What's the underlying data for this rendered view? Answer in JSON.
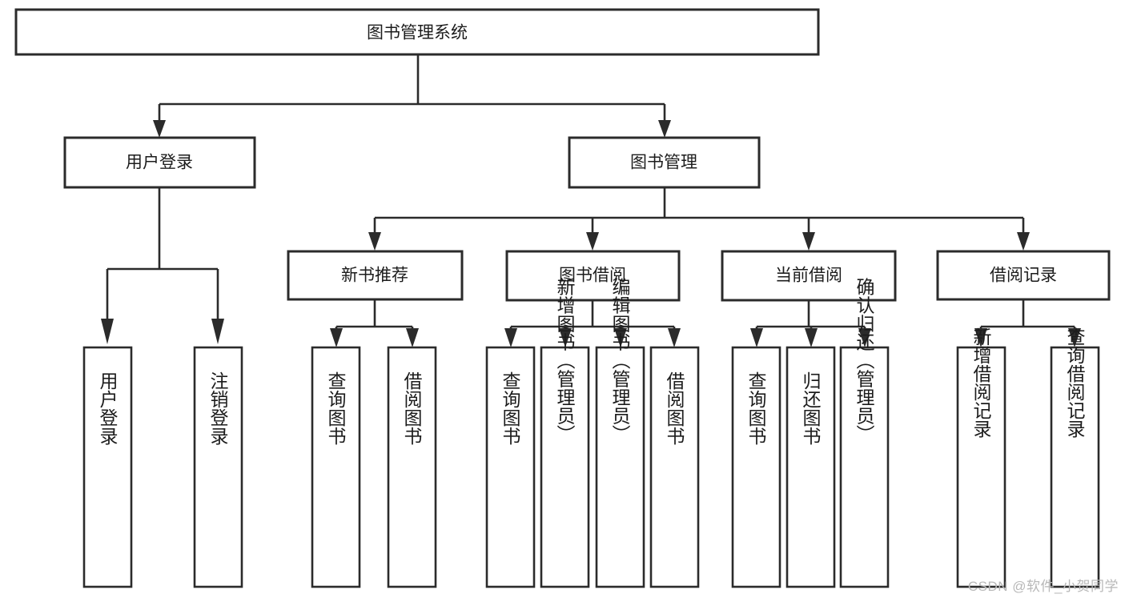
{
  "diagram": {
    "title": "图书管理系统",
    "type": "tree-hierarchy-chart",
    "root": {
      "id": "root",
      "label": "图书管理系统"
    },
    "level2": [
      {
        "id": "user-login",
        "label": "用户登录"
      },
      {
        "id": "book-management",
        "label": "图书管理"
      }
    ],
    "level3": [
      {
        "id": "new-book-recommend",
        "label": "新书推荐",
        "parent": "book-management"
      },
      {
        "id": "book-borrow",
        "label": "图书借阅",
        "parent": "book-management"
      },
      {
        "id": "current-borrow",
        "label": "当前借阅",
        "parent": "book-management"
      },
      {
        "id": "borrow-record",
        "label": "借阅记录",
        "parent": "book-management"
      }
    ],
    "leaves": {
      "user-login": [
        {
          "id": "leaf-user-login",
          "label": "用户登录"
        },
        {
          "id": "leaf-user-logout",
          "label": "注销登录"
        }
      ],
      "new-book-recommend": [
        {
          "id": "leaf-query-book-1",
          "label": "查询图书"
        },
        {
          "id": "leaf-borrow-book-1",
          "label": "借阅图书"
        }
      ],
      "book-borrow": [
        {
          "id": "leaf-query-book-2",
          "label": "查询图书"
        },
        {
          "id": "leaf-add-book",
          "label": "新增图书（管理员）"
        },
        {
          "id": "leaf-edit-book",
          "label": "编辑图书（管理员）"
        },
        {
          "id": "leaf-borrow-book-2",
          "label": "借阅图书"
        }
      ],
      "current-borrow": [
        {
          "id": "leaf-query-book-3",
          "label": "查询图书"
        },
        {
          "id": "leaf-return-book",
          "label": "归还图书"
        },
        {
          "id": "leaf-confirm-return",
          "label": "确认归还（管理员）"
        }
      ],
      "borrow-record": [
        {
          "id": "leaf-add-record",
          "label": "新增借阅记录"
        },
        {
          "id": "leaf-query-record",
          "label": "查询借阅记录"
        }
      ]
    },
    "colors": {
      "stroke": "#2b2b2b",
      "fill": "#ffffff",
      "text": "#1c1c1c",
      "watermark": "#b8b8b8"
    }
  },
  "watermark": {
    "text": "CSDN @软件_小贺同学"
  }
}
